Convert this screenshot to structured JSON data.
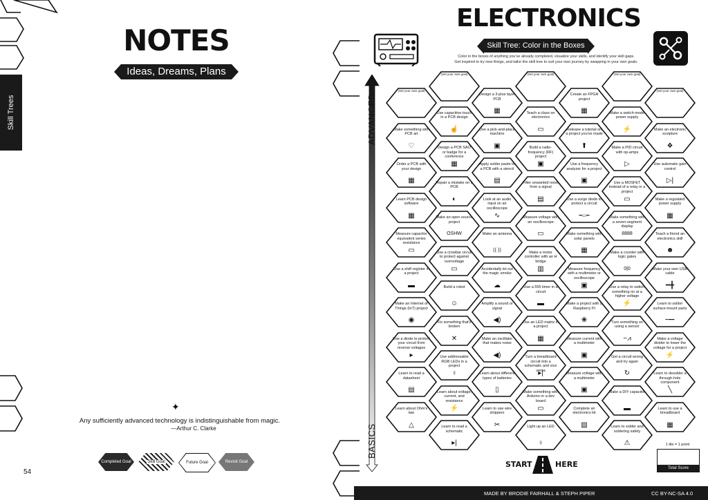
{
  "left_page": {
    "side_tab": "Skill Trees",
    "title": "NOTES",
    "banner": "Ideas, Dreams, Plans",
    "quote": "Any sufficiently advanced technology is indistinguishable from magic.",
    "quote_attribution": "—Arthur C. Clarke",
    "page_number": "54",
    "legend": [
      "Completed Goal",
      "Skill Goal",
      "Future Goal",
      "Revisit Goal"
    ]
  },
  "right_page": {
    "title": "ELECTRONICS",
    "banner": "Skill Tree: Color in the Boxes",
    "intro_lines": [
      "Color in the boxes of anything you've already completed, visualize your skills, and identify your skill gaps.",
      "Get inspired to try new things, and tailor the skill tree to suit your own journey by swapping in your own goals."
    ],
    "axis_top": "ADVANCED",
    "axis_bottom": "BASICS",
    "own_goal": "(Set your own goal)",
    "start": "START",
    "here": "HERE",
    "score_note": "1 tile = 1 point",
    "score_label": "Total Score",
    "footer_credit": "MADE BY BRODIE FAIRHALL & STEPH PIPER",
    "footer_license": "CC BY-NC-SA 4.0"
  },
  "tiles": [
    {
      "label": "(Set your own goal)",
      "icon": ""
    },
    {
      "label": "Make something with PCB art",
      "icon": "♡"
    },
    {
      "label": "Order a PCB with your design",
      "icon": "▦"
    },
    {
      "label": "Learn PCB design software",
      "icon": "▦"
    },
    {
      "label": "Measure capacitor equivalent series resistance",
      "icon": "▭"
    },
    {
      "label": "Use a shift register in a project",
      "icon": "▬"
    },
    {
      "label": "Make an Internet of Things (IoT) project",
      "icon": "◉"
    },
    {
      "label": "Use a diode to protect your circuit from reverse voltages",
      "icon": "▸"
    },
    {
      "label": "Learn to read a datasheet",
      "icon": "▤"
    },
    {
      "label": "Learn about Ohm's law",
      "icon": "△"
    },
    {
      "label": "(Set your own goal)",
      "icon": ""
    },
    {
      "label": "Use capacitive touch in a PCB design",
      "icon": "☝"
    },
    {
      "label": "Design a PCB SAO or badge for a conference",
      "icon": "▦"
    },
    {
      "label": "Repair a mistake on a PCB",
      "icon": "◐"
    },
    {
      "label": "Make an open source project",
      "icon": "OSHW"
    },
    {
      "label": "Use a crowbar circuit to protect against overvoltage",
      "icon": "▭"
    },
    {
      "label": "Build a robot",
      "icon": "☺"
    },
    {
      "label": "Fix something that's broken",
      "icon": "✕"
    },
    {
      "label": "Use addressable RGB LEDs in a project",
      "icon": "♀"
    },
    {
      "label": "Learn about voltage, current, and resistance",
      "icon": "⚡"
    },
    {
      "label": "Learn to read a schematic",
      "icon": "▸|"
    },
    {
      "label": "Design a 3-plus layer PCB",
      "icon": "▦"
    },
    {
      "label": "Use a pick-and-place machine",
      "icon": "▣"
    },
    {
      "label": "Apply solder paste to a PCB with a stencil",
      "icon": "▤"
    },
    {
      "label": "Look at an audio input on an oscilloscope",
      "icon": "∿"
    },
    {
      "label": "Make an antenna",
      "icon": "((·))"
    },
    {
      "label": "Accidentally let out the magic smoke",
      "icon": "☁"
    },
    {
      "label": "Amplify a sound or signal",
      "icon": "◀)"
    },
    {
      "label": "Make an oscillator that makes noise",
      "icon": "◀)"
    },
    {
      "label": "Learn about different types of batteries",
      "icon": "▯"
    },
    {
      "label": "Learn to use wire strippers",
      "icon": "✂"
    },
    {
      "label": "(Set your own goal)",
      "icon": ""
    },
    {
      "label": "Teach a class on electronics",
      "icon": "▭"
    },
    {
      "label": "Build a radio-frequency (RF) project",
      "icon": "▣"
    },
    {
      "label": "Filter unwanted noise from a signal",
      "icon": "▤"
    },
    {
      "label": "Measure voltage with an oscilloscope",
      "icon": "▭"
    },
    {
      "label": "Make a motor controller with an H bridge",
      "icon": "▥"
    },
    {
      "label": "Use a 555 timer in a circuit",
      "icon": "▬"
    },
    {
      "label": "Use an LED matrix in a project",
      "icon": "▦"
    },
    {
      "label": "Turn a breadboard circuit into a schematic and vice versa",
      "icon": "▸|"
    },
    {
      "label": "Make something with Arduino or a dev board",
      "icon": "▭"
    },
    {
      "label": "Light up an LED",
      "icon": "♀"
    },
    {
      "label": "Create an FPGA project",
      "icon": "▦"
    },
    {
      "label": "Release a tutorial on a project you've made",
      "icon": "⬆"
    },
    {
      "label": "Use a frequency analyzer for a project",
      "icon": "▣"
    },
    {
      "label": "Use a surge diode to protect a circuit",
      "icon": "━▭━"
    },
    {
      "label": "Make something with solar panels",
      "icon": "▦"
    },
    {
      "label": "Measure frequency with a multimeter or oscilloscope",
      "icon": "▣"
    },
    {
      "label": "Make a project with a Raspberry Pi",
      "icon": "❀"
    },
    {
      "label": "Measure current with a multimeter",
      "icon": "▣"
    },
    {
      "label": "Measure voltage with a multimeter",
      "icon": "▣"
    },
    {
      "label": "Complete an electronics kit",
      "icon": "▧"
    },
    {
      "label": "(Set your own goal)",
      "icon": ""
    },
    {
      "label": "Make a switch-mode power supply",
      "icon": "⚡"
    },
    {
      "label": "Make a PID circuit with op-amps",
      "icon": "▷"
    },
    {
      "label": "Use a MOSFET instead of a relay in a project",
      "icon": "▭"
    },
    {
      "label": "Make something with a seven-segment display",
      "icon": "8888"
    },
    {
      "label": "Make a counter with logic gates",
      "icon": "0|0"
    },
    {
      "label": "Use a relay to switch something on at a higher voltage",
      "icon": "⚡"
    },
    {
      "label": "Turn something on using a sensor",
      "icon": "~⩘"
    },
    {
      "label": "Get a circuit wrong and try again",
      "icon": "↻"
    },
    {
      "label": "Make a DIY capacitor",
      "icon": "▬"
    },
    {
      "label": "Learn to solder and soldering safety",
      "icon": "⚠"
    },
    {
      "label": "(Set your own goal)",
      "icon": ""
    },
    {
      "label": "Make an electronic sculpture",
      "icon": "❖"
    },
    {
      "label": "Use automatic gain control",
      "icon": "▷|"
    },
    {
      "label": "Make a regulated power supply",
      "icon": "▦"
    },
    {
      "label": "Teach a friend an electronics skill",
      "icon": "☻"
    },
    {
      "label": "Make your own USB cable",
      "icon": "━╋"
    },
    {
      "label": "Learn to solder surface-mount parts",
      "icon": "╾━━"
    },
    {
      "label": "Make a voltage divider to lower the voltage for a project",
      "icon": "⚡"
    },
    {
      "label": "Learn to desolder a through-hole component",
      "icon": "╲"
    },
    {
      "label": "Learn to use a breadboard",
      "icon": "▦"
    }
  ]
}
